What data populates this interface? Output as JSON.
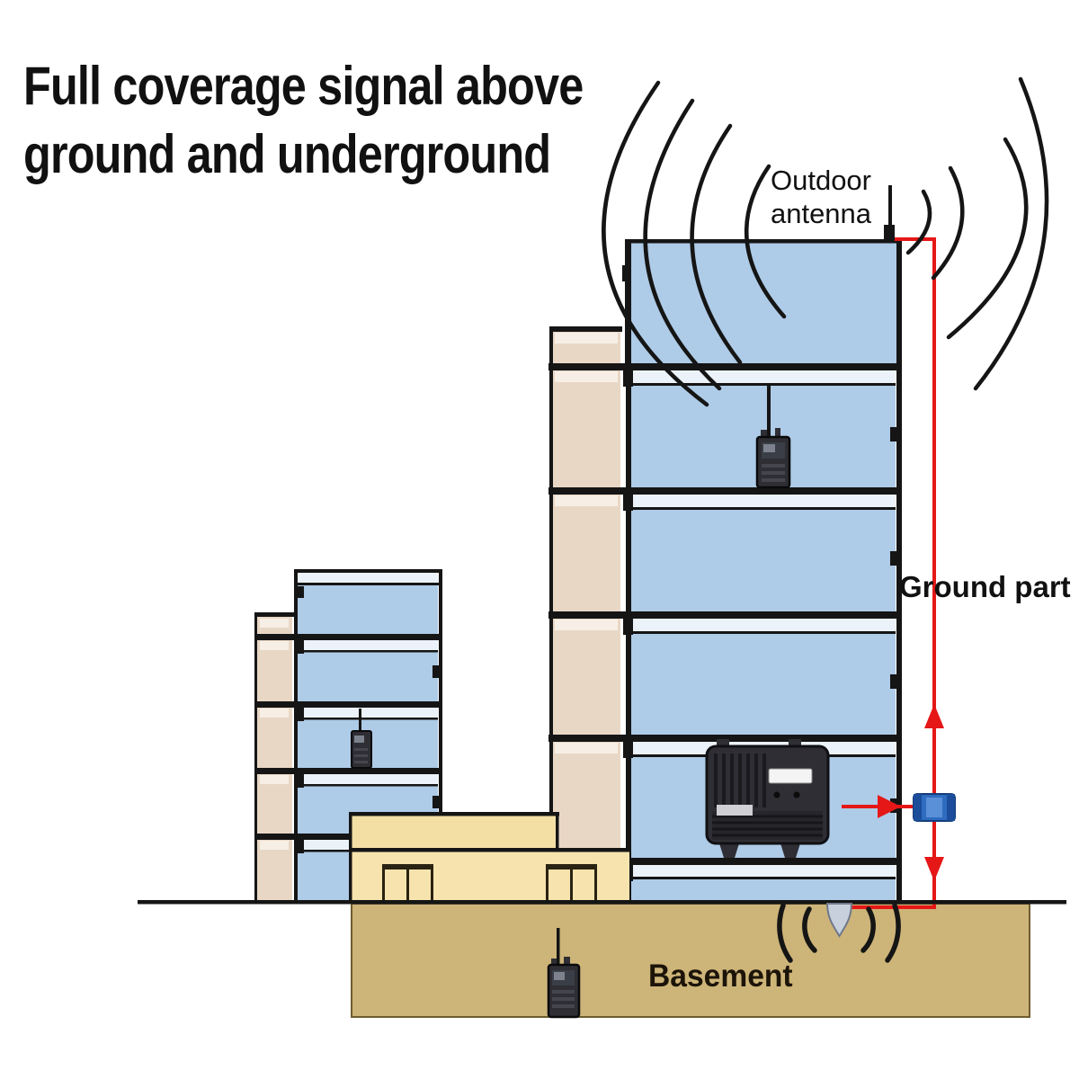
{
  "title": {
    "line1": "Full coverage signal above",
    "line2": "ground and underground"
  },
  "labels": {
    "outdoor_antenna_line1": "Outdoor",
    "outdoor_antenna_line2": "antenna",
    "ground_part": "Ground part",
    "basement": "Basement"
  },
  "icons": {
    "outdoor-antenna": "vertical rod antenna on roof",
    "signal-waves": "concentric black arcs",
    "walkie-talkie": "handheld radio, appears on 2nd floor, left building and basement",
    "repeater": "black signal repeater box on lower floor",
    "cable-connector": "blue inline connector on red cable",
    "ceiling-antenna": "gray dome antenna under basement ceiling",
    "cable": "red coaxial cable from outdoor antenna down to basement"
  },
  "colors": {
    "room_blue": "#aecbe7",
    "room_strip": "#ebf2f9",
    "shaft_tan": "#e9d7c6",
    "shaft_strip": "#f7efe5",
    "house_wheat": "#f6e3ad",
    "house_roof": "#f3dfa4",
    "window_line": "#2a2212",
    "basement_tan": "#cdb478",
    "basement_border": "#6e5c2e",
    "line_black": "#151515",
    "cable_red": "#e51717",
    "connector_blue": "#2e6cc0",
    "connector_dark": "#1b4d9b",
    "connector_light": "#5a90d8",
    "cone_gray": "#c9d0dd",
    "device_dark": "#2e2e34",
    "label_white": "#f4f4f4"
  }
}
